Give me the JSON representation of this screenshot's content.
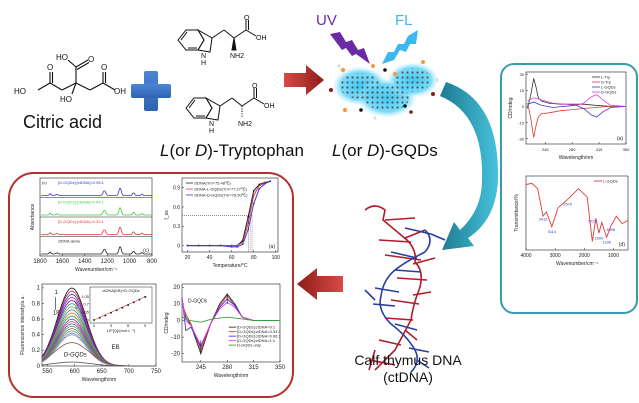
{
  "reactants": {
    "citric_acid": {
      "label": "Citric acid",
      "groups": [
        "HO",
        "O",
        "O",
        "OH",
        "O",
        "HO",
        "OH"
      ]
    },
    "plus_icon": "plus-icon",
    "tryptophan": {
      "label_prefix": "L",
      "label_mid": "(or ",
      "label_d": "D",
      "label_suffix": ")-Tryptophan",
      "groups": [
        "O",
        "OH",
        "NH2",
        "N",
        "H"
      ]
    }
  },
  "product": {
    "label_prefix": "L",
    "label_mid": "(or ",
    "label_d": "D",
    "label_suffix": ")-GQDs",
    "uv_label": "UV",
    "fl_label": "FL"
  },
  "dna": {
    "label_line1": "Calf thymus DNA",
    "label_line2": "(ctDNA)"
  },
  "colors": {
    "red_arrow": "#b52a26",
    "teal_arrow": "#2a8ea6",
    "plus": "#3f78c9",
    "uv": "#6a2aa6",
    "fl": "#3db8ee",
    "right_panel_border": "#3a9bb0",
    "left_panel_border": "#b5302d"
  },
  "chart_data": [
    {
      "id": "cd-spectra-a",
      "type": "line",
      "panel_tag": "(a)",
      "xlabel": "Wavelength/nm",
      "ylabel": "CD/mdeg",
      "xlim": [
        220,
        350
      ],
      "ylim": [
        -35,
        32
      ],
      "xticks": [
        245,
        280,
        315,
        350
      ],
      "yticks": [
        30,
        15,
        0,
        -15,
        -30
      ],
      "legend": "top-right",
      "series": [
        {
          "name": "L-Trp",
          "color": "#333333",
          "x": [
            222,
            226,
            230,
            233,
            236,
            240,
            250,
            265,
            280,
            295,
            310,
            330,
            350
          ],
          "y": [
            -2,
            10,
            26,
            18,
            8,
            5,
            3,
            2,
            2,
            2,
            1,
            0,
            0
          ]
        },
        {
          "name": "D-Trp",
          "color": "#e03a3a",
          "x": [
            222,
            226,
            230,
            233,
            236,
            240,
            250,
            265,
            280,
            295,
            310,
            330,
            350
          ],
          "y": [
            3,
            -10,
            -29,
            -18,
            -10,
            -7,
            -6,
            -4,
            -3,
            -2,
            -1,
            0,
            0
          ]
        },
        {
          "name": "L-GQDs",
          "color": "#3838d8",
          "x": [
            222,
            230,
            240,
            255,
            270,
            285,
            295,
            305,
            312,
            320,
            330,
            350
          ],
          "y": [
            2,
            4,
            1,
            -1,
            0,
            1,
            -2,
            -8,
            -10,
            -5,
            -1,
            0
          ]
        },
        {
          "name": "D-GQDs",
          "color": "#e040e0",
          "x": [
            222,
            230,
            240,
            255,
            270,
            285,
            295,
            305,
            312,
            320,
            330,
            350
          ],
          "y": [
            5,
            8,
            6,
            3,
            2,
            1,
            3,
            9,
            11,
            6,
            1,
            0
          ]
        }
      ]
    },
    {
      "id": "ftir-d",
      "type": "line",
      "panel_tag": "(d)",
      "xlabel": "Wavenumber/cm⁻¹",
      "ylabel": "Transmittance/%",
      "xlim": [
        4000,
        500
      ],
      "xticks": [
        4000,
        3000,
        2000,
        1000
      ],
      "legend": "top-right",
      "annotations": [
        "3415",
        "3114",
        "2570",
        "1725",
        "1500",
        "1236",
        "1098"
      ],
      "series": [
        {
          "name": "L-GQDs",
          "color": "#e03a3a",
          "x": [
            4000,
            3800,
            3600,
            3415,
            3300,
            3114,
            2900,
            2570,
            2200,
            1900,
            1725,
            1600,
            1500,
            1400,
            1236,
            1098,
            900,
            700,
            500
          ],
          "y": [
            92,
            93,
            88,
            62,
            66,
            52,
            70,
            78,
            88,
            80,
            38,
            60,
            46,
            56,
            42,
            52,
            62,
            55,
            58
          ]
        }
      ]
    },
    {
      "id": "uv-c",
      "type": "line",
      "panel_tag": "(c)",
      "xlabel": "Wavenumber/cm⁻¹",
      "ylabel": "Absorbance",
      "xlim": [
        1800,
        800
      ],
      "xticks": [
        1800,
        1600,
        1400,
        1200,
        1000,
        800
      ],
      "legend": "inline",
      "series": [
        {
          "name": "[D-GQDs]:[ctDNA]=0.98:1",
          "color": "#3838d8"
        },
        {
          "name": "[D-GQDs]:[ctDNA]=0.64:1",
          "color": "#3ad13a"
        },
        {
          "name": "[D-GQDs]:[ctDNA]=0.32:1",
          "color": "#e03a3a"
        },
        {
          "name": "ctDNA alone",
          "color": "#222222"
        }
      ]
    },
    {
      "id": "melting-a",
      "type": "line",
      "panel_tag": "(a)",
      "xlabel": "Temperature/°C",
      "ylabel": "f_ss",
      "xlim": [
        15,
        102
      ],
      "ylim": [
        -0.1,
        1.05
      ],
      "xticks": [
        20,
        40,
        60,
        80,
        100
      ],
      "yticks": [
        0.0,
        0.3,
        0.6,
        0.9
      ],
      "legend": "top-left",
      "series": [
        {
          "name": "ctDNA(Tm=75.48℃)",
          "color": "#222222",
          "x": [
            20,
            30,
            40,
            50,
            60,
            65,
            70,
            75,
            80,
            85,
            90,
            95
          ],
          "y": [
            0,
            0,
            0,
            0,
            0,
            0,
            0.08,
            0.45,
            0.85,
            0.95,
            0.98,
            1.0
          ]
        },
        {
          "name": "ctDNA-L-GQDs(Tm=77.27℃)",
          "color": "#e03a3a",
          "x": [
            20,
            30,
            40,
            50,
            60,
            65,
            70,
            75,
            80,
            85,
            90,
            95
          ],
          "y": [
            0,
            0,
            0,
            0,
            0,
            0,
            0.05,
            0.35,
            0.78,
            0.93,
            0.97,
            1.0
          ]
        },
        {
          "name": "ctDNA-D-GQDs(Tm=78.50℃)",
          "color": "#3838d8",
          "x": [
            20,
            30,
            40,
            50,
            60,
            65,
            70,
            75,
            80,
            85,
            90,
            95
          ],
          "y": [
            0,
            0,
            0,
            0,
            -0.02,
            -0.02,
            0.02,
            0.25,
            0.65,
            0.88,
            0.96,
            1.0
          ]
        }
      ]
    },
    {
      "id": "fluorescence",
      "type": "line",
      "xlabel": "Wavelength/nm",
      "ylabel": "Fluorescence intensity/a.u.",
      "xlim": [
        540,
        750
      ],
      "ylim": [
        0,
        1.05
      ],
      "xticks": [
        550,
        600,
        650,
        700,
        750
      ],
      "yticks": [
        0.0,
        0.2,
        0.4,
        0.6,
        0.8,
        1.0
      ],
      "annotations": [
        "1",
        "18",
        "EB",
        "D-GQDs"
      ],
      "peak_wavelength": 595,
      "series_peaks": [
        1.0,
        0.96,
        0.92,
        0.88,
        0.84,
        0.8,
        0.76,
        0.72,
        0.68,
        0.64,
        0.6,
        0.57,
        0.54,
        0.51,
        0.48,
        0.45,
        0.42,
        0.4
      ],
      "eb_peak": 0.3,
      "gqd_peak": 0.05,
      "inset": {
        "title": "ctDNA(EB)+D-GQDs",
        "xlabel": "10⁵[Q]/(mol·L⁻¹)",
        "ylabel": "F₀/F",
        "xticks": [
          0,
          3,
          6,
          9
        ],
        "yticks": [
          0.0,
          0.35,
          0.7,
          1.05
        ],
        "x": [
          0,
          1,
          2,
          3,
          4,
          5,
          6,
          7,
          8,
          9
        ],
        "y": [
          0.0,
          0.1,
          0.2,
          0.32,
          0.43,
          0.54,
          0.66,
          0.78,
          0.9,
          1.02
        ]
      }
    },
    {
      "id": "cd-dna",
      "type": "line",
      "xlabel": "Wavelength/nm",
      "ylabel": "CD/mdeg",
      "xlim": [
        220,
        350
      ],
      "ylim": [
        -25,
        22
      ],
      "xticks": [
        245,
        280,
        315,
        350
      ],
      "yticks": [
        20,
        10,
        0,
        -10,
        -20
      ],
      "annotations": [
        "D-GQDs"
      ],
      "legend": "bottom-right",
      "series": [
        {
          "name": "[D-GQDs]:ctDNA=0:1",
          "color": "#333333",
          "x": [
            220,
            225,
            232,
            245,
            258,
            270,
            280,
            290,
            300,
            315,
            350
          ],
          "y": [
            12,
            2,
            -3,
            -20,
            -2,
            10,
            16,
            10,
            2,
            0,
            0
          ]
        },
        {
          "name": "[D-GQDs]:ctDNA=0.33:1",
          "color": "#e03a3a",
          "x": [
            220,
            225,
            232,
            245,
            258,
            270,
            280,
            290,
            300,
            315,
            350
          ],
          "y": [
            10,
            4,
            -2,
            -18,
            -2,
            9,
            15,
            9,
            2,
            0,
            0
          ]
        },
        {
          "name": "[D-GQDs]:ctDNA=0.66:1",
          "color": "#3838d8",
          "x": [
            220,
            225,
            232,
            245,
            258,
            270,
            280,
            290,
            300,
            315,
            350
          ],
          "y": [
            14,
            -6,
            -4,
            -16,
            -2,
            8,
            13,
            9,
            2,
            0,
            0
          ]
        },
        {
          "name": "[D-GQDs]:ctDNA=1:1",
          "color": "#e040e0",
          "x": [
            220,
            225,
            232,
            245,
            258,
            270,
            280,
            290,
            300,
            315,
            350
          ],
          "y": [
            12,
            0,
            -3,
            -15,
            -2,
            7,
            11,
            8,
            2,
            0,
            0
          ]
        },
        {
          "name": "D-GQDs only",
          "color": "#3a9e3a",
          "x": [
            220,
            230,
            245,
            260,
            280,
            300,
            315,
            350
          ],
          "y": [
            2,
            0,
            -1,
            1,
            2,
            1,
            0,
            0
          ]
        }
      ]
    }
  ]
}
